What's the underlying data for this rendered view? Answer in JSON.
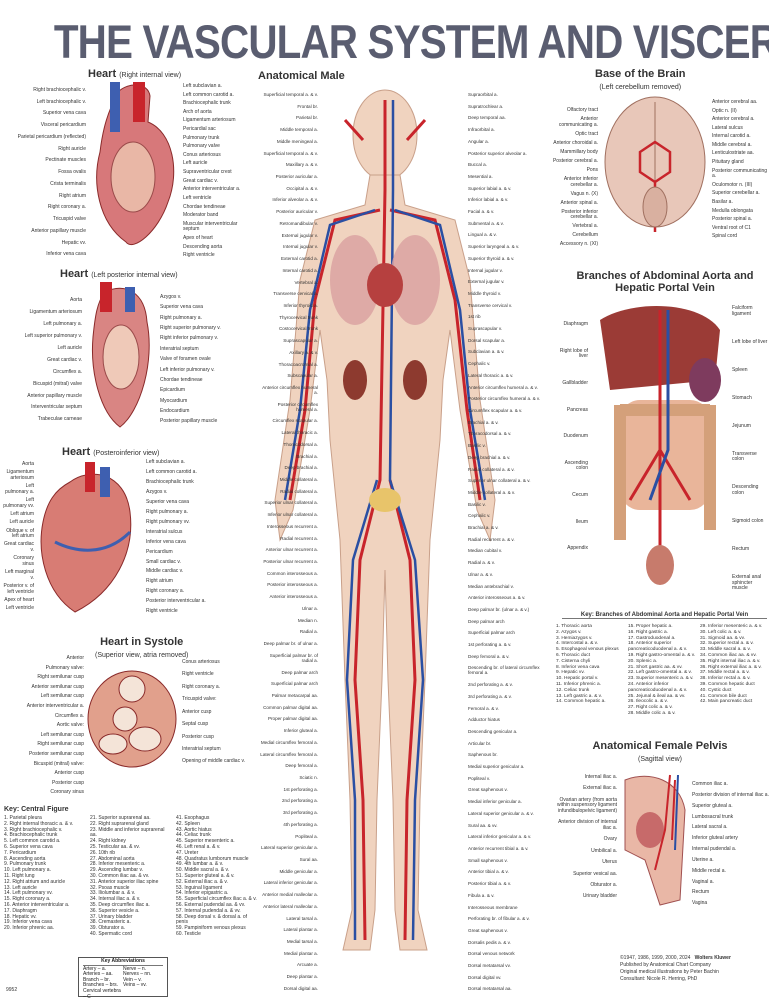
{
  "title": "THE VASCULAR SYSTEM AND VISCERA",
  "colors": {
    "artery": "#c8242b",
    "vein": "#2a4fa3",
    "skin": "#f0d3bf",
    "title": "#5a5d70"
  },
  "heart1": {
    "title": "Heart",
    "sub": "(Right internal view)",
    "left": [
      "Right brachiocephalic v.",
      "Left brachiocephalic v.",
      "Superior vena cava",
      "Visceral pericardium",
      "Parietal pericardium (reflected)",
      "Right auricle",
      "Pectinate muscles",
      "Fossa ovalis",
      "Crista terminalis",
      "Right atrium",
      "Right coronary a.",
      "Tricuspid valve",
      "Anterior papillary muscle",
      "Hepatic vv.",
      "Inferior vena cava"
    ],
    "right": [
      "Left subclavian a.",
      "Left common carotid a.",
      "Brachiocephalic trunk",
      "Arch of aorta",
      "Ligamentum arteriosum",
      "Pericardial sac",
      "Pulmonary trunk",
      "Pulmonary valve",
      "Conus arteriosus",
      "Left auricle",
      "Supraventricular crest",
      "Great cardiac v.",
      "Anterior interventricular a.",
      "Left ventricle",
      "Chordae tendineae",
      "Moderator band",
      "Muscular interventricular septum",
      "Apex of heart",
      "Descending aorta",
      "Right ventricle"
    ]
  },
  "heart2": {
    "title": "Heart",
    "sub": "(Left posterior internal view)",
    "left": [
      "Aorta",
      "Ligamentum arteriosum",
      "Left pulmonary a.",
      "Left superior pulmonary v.",
      "Left auricle",
      "Great cardiac v.",
      "Circumflex a.",
      "Bicuspid (mitral) valve",
      "Anterior papillary muscle",
      "Interventricular septum",
      "Trabeculae carneae"
    ],
    "right": [
      "Azygos v.",
      "Superior vena cava",
      "Right pulmonary a.",
      "Right superior pulmonary v.",
      "Right inferior pulmonary v.",
      "Interatrial septum",
      "Valve of foramen ovale",
      "Left inferior pulmonary v.",
      "Chordae tendineae",
      "Epicardium",
      "Myocardium",
      "Endocardium",
      "Posterior papillary muscle"
    ]
  },
  "heart3": {
    "title": "Heart",
    "sub": "(Posteroinferior view)",
    "left": [
      "Aorta",
      "Ligamentum arteriosum",
      "Left pulmonary a.",
      "Left pulmonary vv.",
      "Left atrium",
      "Left auricle",
      "Oblique v. of left atrium",
      "Great cardiac v.",
      "Coronary sinus",
      "Left marginal v.",
      "Posterior v. of left ventricle",
      "Apex of heart",
      "Left ventricle"
    ],
    "right": [
      "Left subclavian a.",
      "Left common carotid a.",
      "Brachiocephalic trunk",
      "Azygos v.",
      "Superior vena cava",
      "Right pulmonary a.",
      "Right pulmonary vv.",
      "Interatrial sulcus",
      "Inferior vena cava",
      "Pericardium",
      "Small cardiac v.",
      "Middle cardiac v.",
      "Right atrium",
      "Right coronary a.",
      "Posterior interventricular a.",
      "Right ventricle"
    ]
  },
  "heart4": {
    "title": "Heart in Systole",
    "sub": "(Superior view, atria removed)",
    "left": [
      "Anterior",
      "Pulmonary valve:",
      "Right semilunar cusp",
      "Anterior semilunar cusp",
      "Left semilunar cusp",
      "Anterior interventricular a.",
      "Circumflex a.",
      "Aortic valve:",
      "Left semilunar cusp",
      "Right semilunar cusp",
      "Posterior semilunar cusp",
      "Bicuspid (mitral) valve:",
      "Anterior cusp",
      "Posterior cusp",
      "Coronary sinus"
    ],
    "right": [
      "Conus arteriosus",
      "Right ventricle",
      "Right coronary a.",
      "Tricuspid valve:",
      "Anterior cusp",
      "Septal cusp",
      "Posterior cusp",
      "Interatrial septum",
      "Opening of middle cardiac v."
    ]
  },
  "male": {
    "title": "Anatomical Male",
    "left": [
      "Superficial temporal a. & v.",
      "Frontal br.",
      "Parietal br.",
      "Middle temporal a.",
      "Middle meningeal a.",
      "Superficial temporal a. & v.",
      "Maxillary a. & v.",
      "Posterior auricular a.",
      "Occipital a. & v.",
      "Inferior alveolar a. & v.",
      "Posterior auricular v.",
      "Retromandibular v.",
      "External jugular v.",
      "Internal jugular v.",
      "External carotid a.",
      "Internal carotid a.",
      "Vertebral a.",
      "Transverse cervical a.",
      "Inferior thyroid a.",
      "Thyrocervical trunk",
      "Costocervical trunk",
      "Suprascapular a.",
      "Axillary a. & v.",
      "Thoracoacromial a.",
      "Subscapular a.",
      "Anterior circumflex humeral a.",
      "Posterior circumflex humeral a.",
      "Circumflex scapular a.",
      "Lateral thoracic a.",
      "Thoracodorsal a.",
      "Brachial a.",
      "Deep brachial a.",
      "Middle collateral a.",
      "Radial collateral a.",
      "Superior ulnar collateral a.",
      "Inferior ulnar collateral a.",
      "Interosseous recurrent a.",
      "Radial recurrent a.",
      "Anterior ulnar recurrent a.",
      "Posterior ulnar recurrent a.",
      "Common interosseous a.",
      "Posterior interosseous a.",
      "Anterior interosseous a.",
      "Ulnar a.",
      "Median n.",
      "Radial a.",
      "Deep palmar br. of ulnar a.",
      "Superficial palmar br. of radial a.",
      "Deep palmar arch",
      "Superficial palmar arch",
      "Palmar metacarpal aa.",
      "Common palmar digital aa.",
      "Proper palmar digital aa.",
      "Inferior gluteal a.",
      "Medial circumflex femoral a.",
      "Lateral circumflex femoral a.",
      "Deep femoral a.",
      "Sciatic n.",
      "1st perforating a.",
      "2nd perforating a.",
      "3rd perforating a.",
      "4th perforating a.",
      "Popliteal a.",
      "Lateral superior genicular a.",
      "Sural aa.",
      "Middle genicular a.",
      "Lateral inferior genicular a.",
      "Anterior medial malleolar a.",
      "Anterior lateral malleolar a.",
      "Lateral tarsal a.",
      "Lateral plantar a.",
      "Medial tarsal a.",
      "Medial plantar a.",
      "Arcuate a.",
      "Deep plantar a.",
      "Dorsal digital aa."
    ],
    "right": [
      "Supraorbital a.",
      "Supratrochlear a.",
      "Deep temporal aa.",
      "Infraorbital a.",
      "Angular a.",
      "Posterior superior alveolar a.",
      "Buccal a.",
      "Mesential a.",
      "Superior labial a. & v.",
      "Inferior labial a. & v.",
      "Facial a. & v.",
      "Submental a. & v.",
      "Lingual a. & v.",
      "Superior laryngeal a. & v.",
      "Superior thyroid a. & v.",
      "Internal jugular v.",
      "External jugular v.",
      "Middle thyroid v.",
      "Transverse cervical v.",
      "1st rib",
      "Suprascapular v.",
      "Dorsal scapular a.",
      "Subclavian a. & v.",
      "Cephalic v.",
      "Lateral thoracic a. & v.",
      "Anterior circumflex humeral a. & v.",
      "Posterior circumflex humeral a. & v.",
      "Circumflex scapular a. & v.",
      "Brachial a. & v.",
      "Thoracodorsal a. & v.",
      "Basilic v.",
      "Deep brachial a. & v.",
      "Radial collateral a. & v.",
      "Superior ulnar collateral a. & v.",
      "Middle collateral a. & v.",
      "Basilic v.",
      "Cephalic v.",
      "Brachial a. & v.",
      "Radial recurrent a. & v.",
      "Median cubital v.",
      "Radial a. & v.",
      "Ulnar a. & v.",
      "Median antebrachial v.",
      "Anterior interosseous a. & v.",
      "Deep palmar br. (ulnar a. & v.)",
      "Deep palmar arch",
      "Superficial palmar arch",
      "1st perforating a. & v.",
      "Deep femoral a. & v.",
      "Descending br. of lateral circumflex femoral a.",
      "2nd perforating a. & v.",
      "3rd perforating a. & v.",
      "Femoral a. & v.",
      "Adductor hiatus",
      "Descending genicular a.",
      "Articular br.",
      "Saphenous br.",
      "Medial superior genicular a.",
      "Popliteal v.",
      "Great saphenous v.",
      "Medial inferior genicular a.",
      "Lateral superior genicular a. & v.",
      "Sural aa. & vv.",
      "Lateral inferior genicular a. & v.",
      "Anterior recurrent tibial a. & v.",
      "Small saphenous v.",
      "Anterior tibial a. & v.",
      "Posterior tibial a. & v.",
      "Fibula a. & v.",
      "Interosseous membrane",
      "Perforating br. of fibular a. & v.",
      "Great saphenous v.",
      "Dorsalis pedis a. & v.",
      "Dorsal venous network",
      "Dorsal metatarsal vv.",
      "Dorsal digital vv.",
      "Dorsal metatarsal aa."
    ]
  },
  "brain": {
    "title": "Base of the Brain",
    "sub": "(Left cerebellum removed)",
    "left": [
      "Olfactory tract",
      "Anterior communicating a.",
      "Optic tract",
      "Anterior choroidal a.",
      "Mammillary body",
      "Posterior cerebral a.",
      "Pons",
      "Anterior inferior cerebellar a.",
      "Vagus n. (X)",
      "Anterior spinal a.",
      "Posterior inferior cerebellar a.",
      "Vertebral a.",
      "Cerebellum",
      "Accessory n. (XI)"
    ],
    "right": [
      "Anterior cerebral aa.",
      "Optic n. (II)",
      "Anterior cerebral a.",
      "Lateral sulcus",
      "Internal carotid a.",
      "Middle cerebral a.",
      "Lenticulostriate aa.",
      "Pituitary gland",
      "Posterior communicating a.",
      "Oculomotor n. (III)",
      "Superior cerebellar a.",
      "Basilar a.",
      "Medulla oblongata",
      "Posterior spinal a.",
      "Ventral root of C1",
      "Spinal cord"
    ]
  },
  "abdominal": {
    "title": "Branches of Abdominal Aorta and Hepatic Portal Vein",
    "left": [
      "Diaphragm",
      "Right lobe of liver",
      "Gallbladder",
      "Pancreas",
      "Duodenum",
      "Ascending colon",
      "Cecum",
      "Ileum",
      "Appendix"
    ],
    "right": [
      "Falciform ligament",
      "Left lobe of liver",
      "Spleen",
      "Stomach",
      "Jejunum",
      "Transverse colon",
      "Descending colon",
      "Sigmoid colon",
      "Rectum",
      "External anal sphincter muscle"
    ]
  },
  "abdominal_key": {
    "title": "Key: Branches of Abdominal Aorta and Hepatic Portal Vein",
    "items": [
      "1. Thoracic aorta",
      "2. Azygos v.",
      "3. Hemiazygos v.",
      "4. Intercostal a. & v.",
      "5. Esophageal venous plexus",
      "6. Thoracic duct",
      "7. Cisterna chyli",
      "8. Inferior vena cava",
      "9. Hepatic vv.",
      "10. Hepatic portal v.",
      "11. Inferior phrenic a.",
      "12. Celiac trunk",
      "13. Left gastric a. & v.",
      "14. Common hepatic a.",
      "15. Proper hepatic a.",
      "16. Right gastric a.",
      "17. Gastroduodenal a.",
      "18. Anterior superior pancreaticoduodenal a. & v.",
      "19. Right gastro-omental a. & v.",
      "20. Splenic a.",
      "21. Short gastric aa. & vv.",
      "22. Left gastro-omental a. & v.",
      "23. Superior mesenteric a. & v.",
      "24. Anterior inferior pancreaticoduodenal a. & v.",
      "25. Jejunal & ileal aa. & vv.",
      "26. Ileocolic a. & v.",
      "27. Right colic a. & v.",
      "28. Middle colic a. & v.",
      "29. Inferior mesenteric a. & v.",
      "30. Left colic a. & v.",
      "31. Sigmoid aa. & vv.",
      "32. Superior rectal a. & v.",
      "33. Middle sacral a. & v.",
      "34. Common iliac aa. & vv.",
      "35. Right internal iliac a. & v.",
      "36. Right external iliac a. & v.",
      "37. Middle rectal a. & v.",
      "38. Inferior rectal a. & v.",
      "39. Common hepatic duct",
      "40. Cystic duct",
      "41. Common bile duct",
      "42. Main pancreatic duct"
    ]
  },
  "pelvis": {
    "title": "Anatomical Female Pelvis",
    "sub": "(Sagittal view)",
    "left": [
      "Internal iliac a.",
      "External iliac a.",
      "Ovarian artery (from aorta within suspensory ligament infundibulopelvic ligament)",
      "Anterior division of internal iliac a.",
      "Ovary",
      "Umbilical a.",
      "Uterus",
      "Superior vesical aa.",
      "Obturator a.",
      "Urinary bladder"
    ],
    "right": [
      "Common iliac a.",
      "Posterior division of internal iliac a.",
      "Superior gluteal a.",
      "Lumbosacral trunk",
      "Lateral sacral a.",
      "Inferior gluteal artery",
      "Internal pudendal a.",
      "Uterine a.",
      "Middle rectal a.",
      "Vaginal a.",
      "Rectum",
      "Vagina"
    ]
  },
  "central_key": {
    "title": "Key: Central Figure",
    "items": [
      "1. Parietal pleura",
      "2. Right internal thoracic a. & v.",
      "3. Right brachiocephalic v.",
      "4. Brachiocephalic trunk",
      "5. Left common carotid a.",
      "6. Superior vena cava",
      "7. Pericardium",
      "8. Ascending aorta",
      "9. Pulmonary trunk",
      "10. Left pulmonary a.",
      "11. Right lung",
      "12. Right atrium and auricle",
      "13. Left auricle",
      "14. Left pulmonary vv.",
      "15. Right coronary a.",
      "16. Anterior interventricular a.",
      "17. Diaphragm",
      "18. Hepatic vv.",
      "19. Inferior vena cava",
      "20. Inferior phrenic aa.",
      "21. Superior suprarenal aa.",
      "22. Right suprarenal gland",
      "23. Middle and inferior suprarenal aa.",
      "24. Right kidney",
      "25. Testicular aa. & vv.",
      "26. 10th rib",
      "27. Abdominal aorta",
      "28. Inferior mesenteric a.",
      "29. Ascending lumbar v.",
      "30. Common iliac aa. & vv.",
      "31. Anterior superior iliac spine",
      "32. Psoas muscle",
      "33. Iliolumbar a. & v.",
      "34. Internal iliac a. & v.",
      "35. Deep circumflex iliac a.",
      "36. Superior vesicle a.",
      "37. Urinary bladder",
      "38. Cremasteric a.",
      "39. Obturator a.",
      "40. Spermatic cord",
      "41. Esophagus",
      "42. Spleen",
      "43. Aortic hiatus",
      "44. Celiac trunk",
      "45. Superior mesenteric a.",
      "46. Left renal a. & v.",
      "47. Ureter",
      "48. Quadratus lumborum muscle",
      "49. 4th lumbar a. & v.",
      "50. Middle sacral a. & v.",
      "51. Superior gluteal a. & v.",
      "52. External iliac a. & v.",
      "53. Inguinal ligament",
      "54. Inferior epigastric a.",
      "55. Superficial circumflex iliac a. & v.",
      "56. External pudendal aa. & vv.",
      "57. Internal pudendal a. & vv.",
      "58. Deep dorsal v. & dorsal a. of penis",
      "59. Pampiniform venous plexus",
      "60. Testicle"
    ]
  },
  "abbreviations": {
    "title": "Key Abbreviations",
    "items": [
      "Artery – a.",
      "Nerve – n.",
      "Arteries – aa.",
      "Nerves – nn.",
      "Branch – br.",
      "Vein – v.",
      "Branches – brs.",
      "Veins – vv.",
      "Cervical vertebra – C",
      ""
    ]
  },
  "footer": {
    "code": "9952",
    "copyright": "©1947, 1986, 1999, 2000, 2024",
    "publisher": "Published by Anatomical Chart Company",
    "brand": "Wolters Kluwer",
    "illustrator": "Original medical illustrations by Peter Bachin",
    "consultant": "Consultant: Nicole R. Herring, PhD"
  }
}
